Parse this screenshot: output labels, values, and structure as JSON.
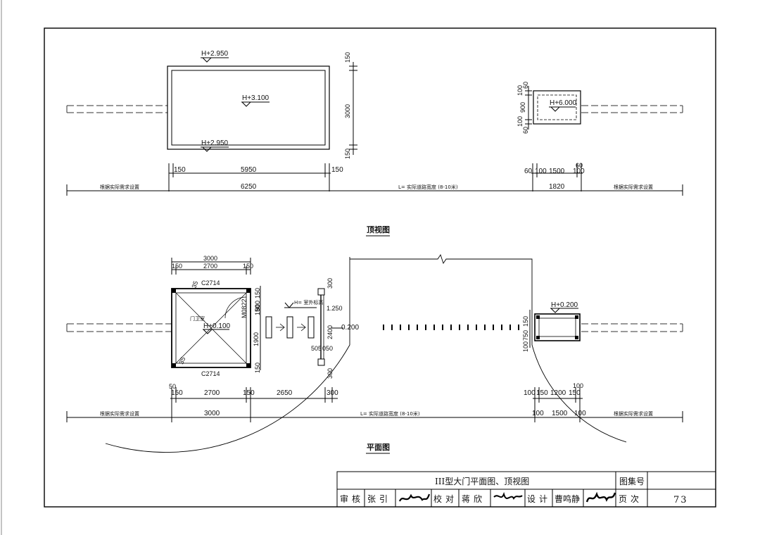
{
  "top_view": {
    "title": "顶视图",
    "elevations": [
      "H+2.950",
      "H+3.100",
      "H+2.950",
      "H+6.000"
    ],
    "left_vert_dims": [
      "150",
      "3000",
      "150"
    ],
    "right_vert_dims": [
      "100",
      "60",
      "900",
      "100",
      "60"
    ],
    "dim_row1": [
      "150",
      "5950",
      "150",
      "60",
      "100",
      "1500",
      "100",
      "60"
    ],
    "dim_row2": [
      "根据实际需求设置",
      "6250",
      "L= 实际道路宽度 (8-10米)",
      "1820",
      "根据实际需求设置"
    ]
  },
  "plan_view": {
    "title": "平面图",
    "top_dims": [
      "3000",
      "2700",
      "150",
      "150"
    ],
    "side_dims": [
      "35",
      "35",
      "150",
      "800",
      "150",
      "1900",
      "150"
    ],
    "door_labels": [
      "C2714",
      "C2714",
      "M0822"
    ],
    "room_name": "门卫室",
    "room_elev": "H+0.100",
    "outdoor": "H= 室外标高",
    "gate_dims": [
      "300",
      "1.250",
      "2400",
      "505",
      "050",
      "300"
    ],
    "gate_elev": "0.200",
    "right_elev": "H+0.200",
    "right_vert_dims": [
      "150",
      "750",
      "100"
    ],
    "dim_row1": [
      "50",
      "150",
      "2700",
      "150",
      "2650",
      "300",
      "100",
      "150",
      "1200",
      "150",
      "100"
    ],
    "dim_row2": [
      "根据实际需求设置",
      "3000",
      "L= 实际道路宽度 (8-10米)",
      "100",
      "1500",
      "100",
      "根据实际需求设置"
    ]
  },
  "title_block": {
    "drawing_title": "III型大门平面图、顶视图",
    "atlas_label": "图集号",
    "atlas_value": "",
    "review_label": "审核",
    "review_name": "张引",
    "check_label": "校对",
    "check_name": "蒋欣",
    "design_label": "设计",
    "design_name": "曹鸣静",
    "page_label": "页次",
    "page_number": "73"
  }
}
